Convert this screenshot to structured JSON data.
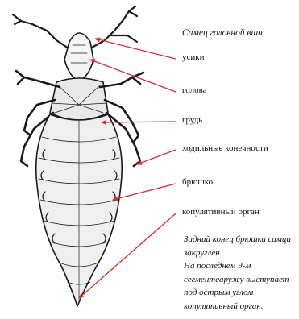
{
  "title": "Самец головной вши",
  "colors": {
    "arrow": "#d62d2d",
    "ink": "#111111"
  },
  "labels": [
    {
      "id": "antennae",
      "text": "усики"
    },
    {
      "id": "head",
      "text": "голова"
    },
    {
      "id": "thorax",
      "text": "грудь"
    },
    {
      "id": "legs",
      "text": "ходильные конечности"
    },
    {
      "id": "abdomen",
      "text": "брюшко"
    },
    {
      "id": "copulatory",
      "text": "копулятивный орган"
    }
  ],
  "note": {
    "lines": [
      "Задний конец брюшка самца",
      "закруглен.",
      "На последнем 9-м",
      "сегментеаружу выступает",
      "под острым углом",
      "копулятивный орган."
    ]
  }
}
